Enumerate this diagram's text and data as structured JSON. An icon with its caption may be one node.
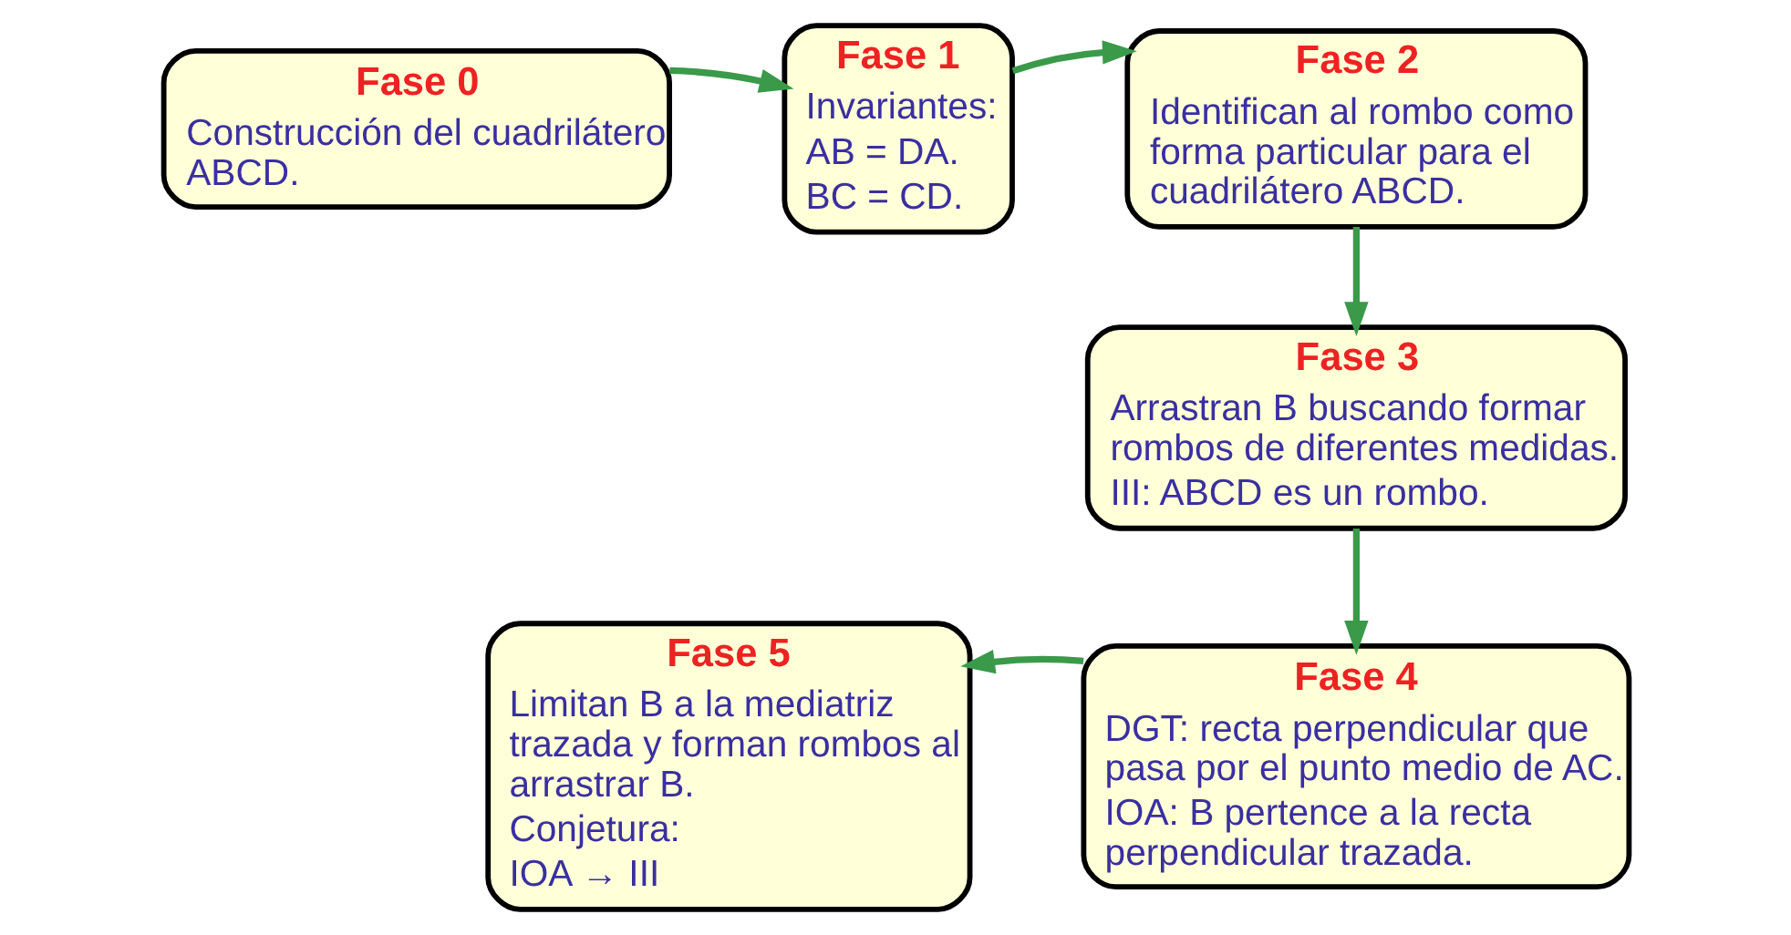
{
  "diagram": {
    "nodes": [
      {
        "text": [
          "Fase 0",
          "Construcción del cuadrilátero ABCD."
        ]
      },
      {
        "text": [
          "Fase 1",
          "Invariantes:",
          "AB = DA.",
          "BC = CD."
        ]
      },
      {
        "text": [
          "Fase 2",
          "Identifican al rombo como forma particular para el cuadrilátero ABCD."
        ]
      },
      {
        "text": [
          "Fase 3",
          "Arrastran B buscando formar rombos de diferentes medidas.",
          "III: ABCD es un rombo."
        ]
      },
      {
        "text": [
          "Fase 4",
          "DGT: recta perpendicular que pasa por el punto medio de AC.",
          "IOA: B pertence a la recta perpendicular trazada."
        ]
      },
      {
        "text": [
          "Fase 5",
          "Limitan B a la mediatriz trazada y forman rombos al arrastrar B.",
          "Conjetura:",
          "IOA → III"
        ]
      }
    ],
    "edges": [
      {
        "from": 0,
        "to": 1,
        "arrow": "to"
      },
      {
        "from": 1,
        "to": 2,
        "arrow": "to"
      },
      {
        "from": 2,
        "to": 3,
        "arrow": "to"
      },
      {
        "from": 3,
        "to": 4,
        "arrow": "to"
      },
      {
        "from": 4,
        "to": 5,
        "arrow": "to"
      }
    ]
  }
}
